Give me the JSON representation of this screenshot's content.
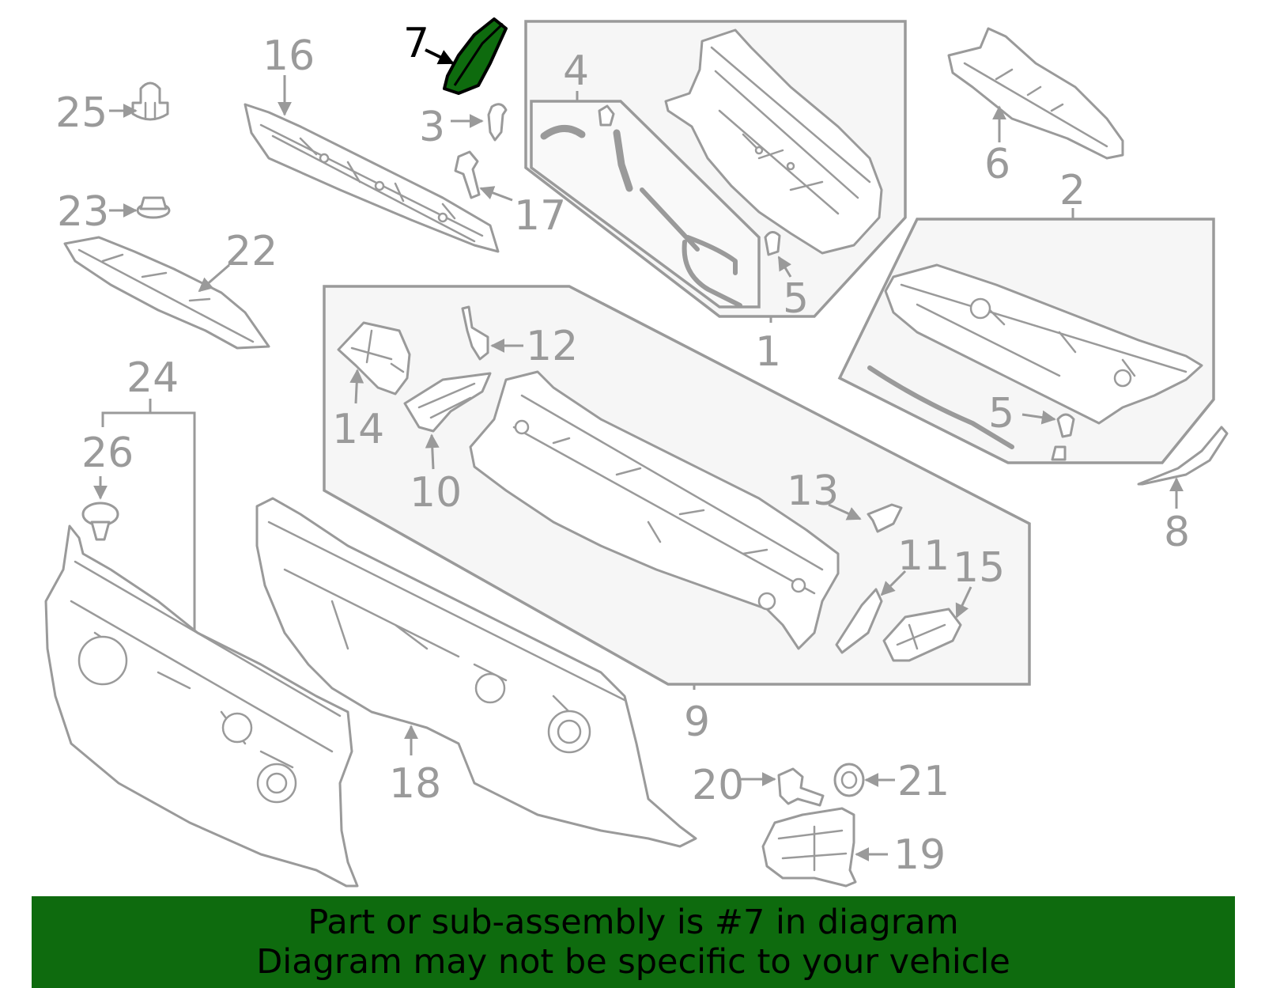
{
  "diagram": {
    "highlighted_part": "7",
    "highlight_color": "#0e6b0e",
    "line_color": "#9a9a9a",
    "callouts": [
      "1",
      "2",
      "3",
      "4",
      "5",
      "5",
      "6",
      "7",
      "8",
      "9",
      "10",
      "11",
      "12",
      "13",
      "14",
      "15",
      "16",
      "17",
      "18",
      "19",
      "20",
      "21",
      "22",
      "23",
      "24",
      "25",
      "26"
    ]
  },
  "banner": {
    "line1": "Part or sub-assembly is #7 in diagram",
    "line2": "Diagram may not be specific to your vehicle",
    "background": "#0e6b0e"
  }
}
